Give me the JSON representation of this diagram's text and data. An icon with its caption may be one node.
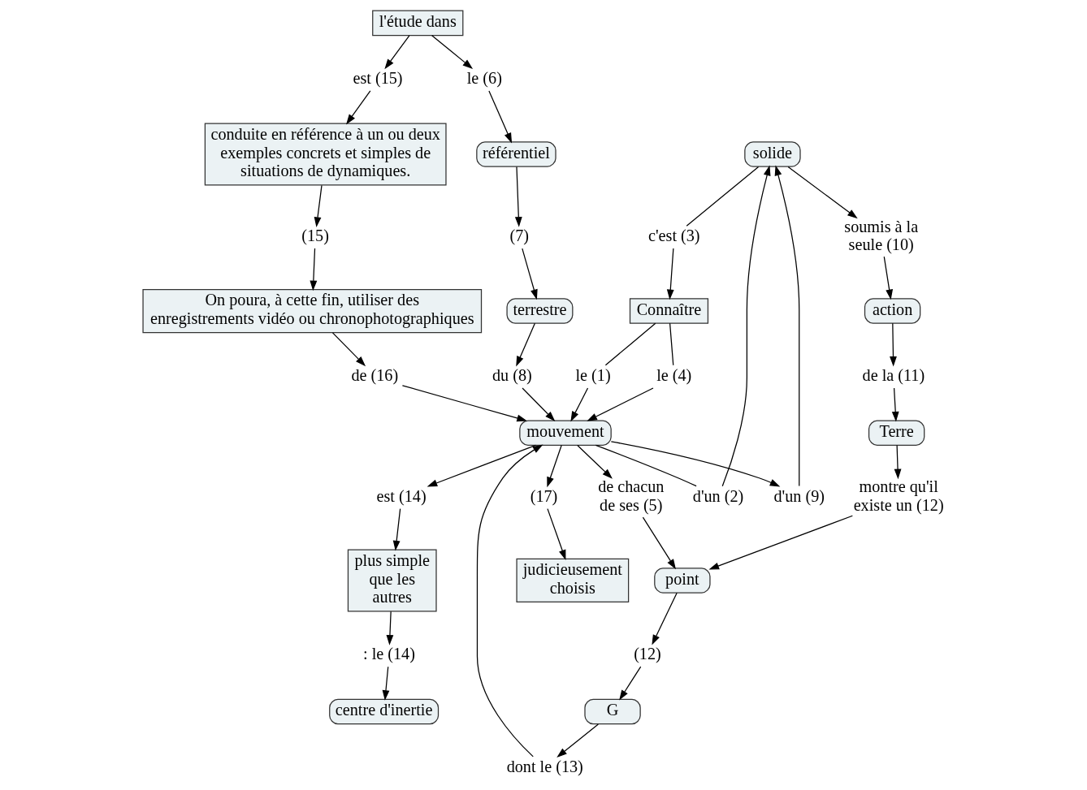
{
  "diagram": {
    "nodes": [
      {
        "text": [
          "solide"
        ]
      },
      {
        "text": [
          "c'est (3)"
        ]
      },
      {
        "text": [
          "d'un (2)"
        ]
      },
      {
        "text": [
          "plus simple que les autres"
        ]
      },
      {
        "text": [
          "Connaître"
        ]
      },
      {
        "text": [
          "le (4)"
        ]
      },
      {
        "text": [
          "d'un (9)"
        ]
      },
      {
        "text": [
          "est (14)"
        ]
      },
      {
        "text": [
          "le (1)"
        ]
      },
      {
        "text": [
          ": le (14)"
        ]
      },
      {
        "text": [
          "judicieusement choisis"
        ]
      },
      {
        "text": [
          "(17)"
        ]
      },
      {
        "text": [
          "mouvement"
        ]
      },
      {
        "text": [
          "soumis à la seule (10)"
        ]
      },
      {
        "text": [
          "centre d'inertie"
        ]
      },
      {
        "text": [
          "conduite en référence à un ou deux exemples concrets et simples de situations de dynamiques."
        ]
      },
      {
        "text": [
          "l'étude dans"
        ]
      },
      {
        "text": [
          "est (15)"
        ]
      },
      {
        "text": [
          "le (6)"
        ]
      },
      {
        "text": [
          "de (16)"
        ]
      },
      {
        "text": [
          "référentiel"
        ]
      },
      {
        "text": [
          "dont le (13)"
        ]
      },
      {
        "text": [
          "action"
        ]
      },
      {
        "text": [
          "(15)"
        ]
      },
      {
        "text": [
          "de chacun de ses (5)"
        ]
      },
      {
        "text": [
          "On poura, à cette fin, utiliser des enregistrements vidéo ou chronophotographiques"
        ]
      },
      {
        "text": [
          "du (8)"
        ]
      },
      {
        "text": [
          "point"
        ]
      },
      {
        "text": [
          "(12)"
        ]
      },
      {
        "text": [
          "G"
        ]
      },
      {
        "text": [
          "(7)"
        ]
      },
      {
        "text": [
          "de la (11)"
        ]
      },
      {
        "text": [
          "montre qu'il existe un (12)"
        ]
      },
      {
        "text": [
          "terrestre"
        ]
      },
      {
        "text": [
          "Terre"
        ]
      }
    ],
    "edges": [
      {
        "from": 0,
        "to": 1,
        "arrow": "none"
      },
      {
        "from": 1,
        "to": 4,
        "arrow": "to"
      },
      {
        "from": 4,
        "to": 5,
        "arrow": "none"
      },
      {
        "from": 5,
        "to": 12,
        "arrow": "to"
      },
      {
        "from": 4,
        "to": 8,
        "arrow": "none"
      },
      {
        "from": 8,
        "to": 12,
        "arrow": "to"
      },
      {
        "from": 12,
        "to": 2,
        "arrow": "none"
      },
      {
        "from": 2,
        "to": 0,
        "arrow": "to"
      },
      {
        "from": 12,
        "to": 6,
        "arrow": "to"
      },
      {
        "from": 6,
        "to": 0,
        "arrow": "to"
      },
      {
        "from": 12,
        "to": 11,
        "arrow": "to"
      },
      {
        "from": 11,
        "to": 10,
        "arrow": "to"
      },
      {
        "from": 12,
        "to": 7,
        "arrow": "to"
      },
      {
        "from": 7,
        "to": 3,
        "arrow": "to"
      },
      {
        "from": 0,
        "to": 13,
        "arrow": "to"
      },
      {
        "from": 13,
        "to": 22,
        "arrow": "to"
      },
      {
        "from": 3,
        "to": 9,
        "arrow": "to"
      },
      {
        "from": 9,
        "to": 14,
        "arrow": "to"
      },
      {
        "from": 16,
        "to": 17,
        "arrow": "to"
      },
      {
        "from": 17,
        "to": 15,
        "arrow": "to"
      },
      {
        "from": 16,
        "to": 18,
        "arrow": "to"
      },
      {
        "from": 18,
        "to": 20,
        "arrow": "to"
      },
      {
        "from": 15,
        "to": 23,
        "arrow": "to"
      },
      {
        "from": 23,
        "to": 25,
        "arrow": "to"
      },
      {
        "from": 25,
        "to": 19,
        "arrow": "to"
      },
      {
        "from": 19,
        "to": 12,
        "arrow": "to"
      },
      {
        "from": 20,
        "to": 30,
        "arrow": "to"
      },
      {
        "from": 30,
        "to": 33,
        "arrow": "to"
      },
      {
        "from": 33,
        "to": 26,
        "arrow": "to"
      },
      {
        "from": 26,
        "to": 12,
        "arrow": "to"
      },
      {
        "from": 12,
        "to": 24,
        "arrow": "to"
      },
      {
        "from": 24,
        "to": 27,
        "arrow": "to"
      },
      {
        "from": 29,
        "to": 21,
        "arrow": "to"
      },
      {
        "from": 21,
        "to": 12,
        "arrow": "to"
      },
      {
        "from": 27,
        "to": 28,
        "arrow": "to"
      },
      {
        "from": 28,
        "to": 29,
        "arrow": "to"
      },
      {
        "from": 22,
        "to": 31,
        "arrow": "to"
      },
      {
        "from": 31,
        "to": 34,
        "arrow": "to"
      },
      {
        "from": 34,
        "to": 32,
        "arrow": "to"
      },
      {
        "from": 32,
        "to": 27,
        "arrow": "to"
      }
    ]
  }
}
